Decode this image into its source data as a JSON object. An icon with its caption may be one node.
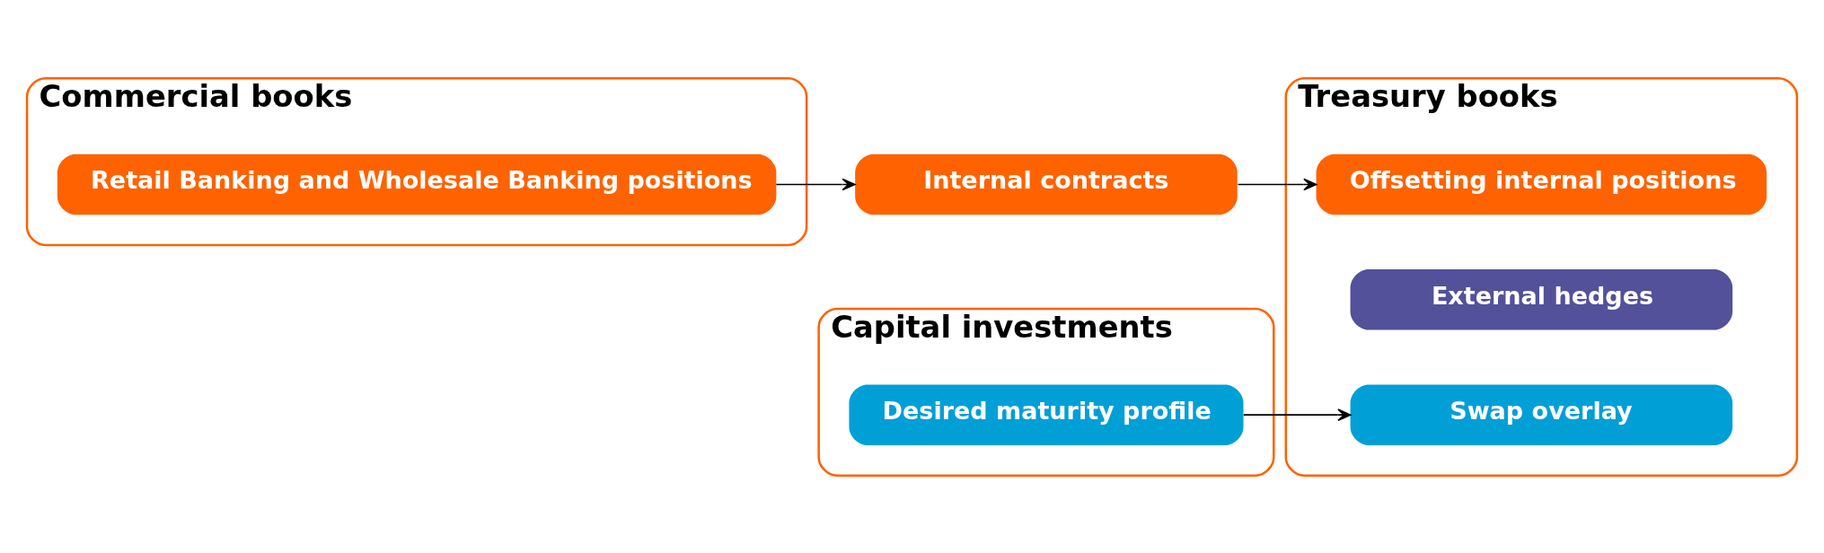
{
  "diagram": {
    "nodes": [
      {
        "text": [
          "Commercial books"
        ]
      },
      {
        "text": [
          "Retail Banking and Wholesale Banking positions"
        ],
        "in": 0
      },
      {
        "text": [
          "Internal contracts"
        ]
      },
      {
        "text": [
          "Treasury books"
        ]
      },
      {
        "text": [
          "Offsetting internal positions"
        ],
        "in": 3
      },
      {
        "text": [
          "External hedges"
        ],
        "in": 3
      },
      {
        "text": [
          "Capital investments"
        ]
      },
      {
        "text": [
          "Desired maturity profile"
        ],
        "in": 6
      },
      {
        "text": [
          "Swap overlay"
        ],
        "in": 3
      }
    ],
    "edges": [
      {
        "from": 1,
        "to": 2,
        "arrow": "to"
      },
      {
        "from": 2,
        "to": 4,
        "arrow": "to"
      },
      {
        "from": 7,
        "to": 8,
        "arrow": "to"
      }
    ]
  }
}
